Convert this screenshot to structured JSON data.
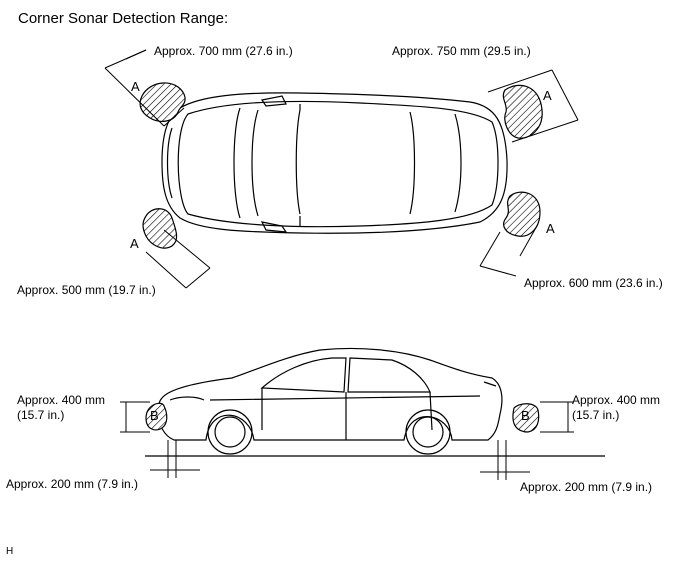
{
  "title": "Corner Sonar Detection Range:",
  "top_view": {
    "front_left_range": "Approx. 700 mm (27.6 in.)",
    "front_right_range": "Approx. 750 mm (29.5 in.)",
    "rear_left_range": "Approx. 500 mm (19.7 in.)",
    "rear_right_range": "Approx. 600 mm (23.6 in.)",
    "zone_label": "A"
  },
  "side_view": {
    "front_height_line1": "Approx. 400 mm",
    "front_height_line2": "(15.7 in.)",
    "rear_height_line1": "Approx. 400 mm",
    "rear_height_line2": "(15.7 in.)",
    "front_offset": "Approx. 200 mm (7.9 in.)",
    "rear_offset": "Approx. 200 mm (7.9 in.)",
    "zone_label": "B"
  },
  "corner_mark": "H"
}
